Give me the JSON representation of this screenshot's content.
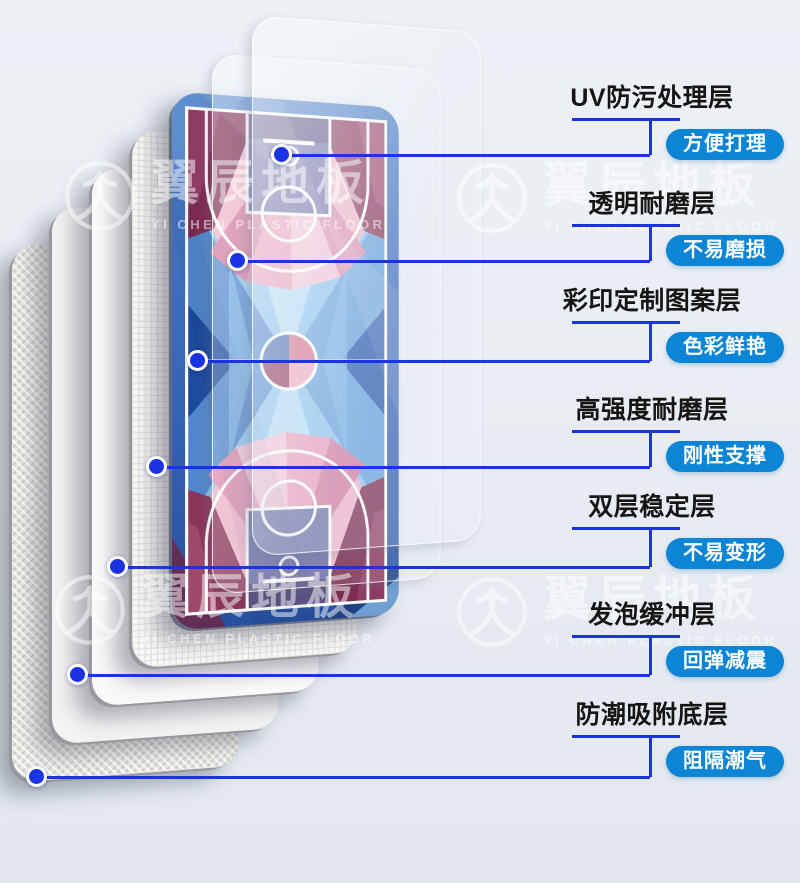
{
  "brand": {
    "name_cn": "翼辰地板",
    "name_en": "YI CHEN PLASTIC FLOOR"
  },
  "colors": {
    "connector_blue": "#1b33e2",
    "badge_bg": "#0d85d6",
    "badge_text": "#ffffff",
    "label_text": "#151515",
    "page_bg": "#e7ecf2"
  },
  "layers": [
    {
      "name": "uv-coating",
      "label": "UV防污处理层",
      "badge": "方便打理"
    },
    {
      "name": "transparent-wear",
      "label": "透明耐磨层",
      "badge": "不易磨损"
    },
    {
      "name": "printed-pattern",
      "label": "彩印定制图案层",
      "badge": "色彩鲜艳"
    },
    {
      "name": "high-strength-wear",
      "label": "高强度耐磨层",
      "badge": "刚性支撑"
    },
    {
      "name": "dual-stability",
      "label": "双层稳定层",
      "badge": "不易变形"
    },
    {
      "name": "foam-cushion",
      "label": "发泡缓冲层",
      "badge": "回弹减震"
    },
    {
      "name": "moisture-barrier",
      "label": "防潮吸附底层",
      "badge": "阻隔潮气"
    }
  ]
}
